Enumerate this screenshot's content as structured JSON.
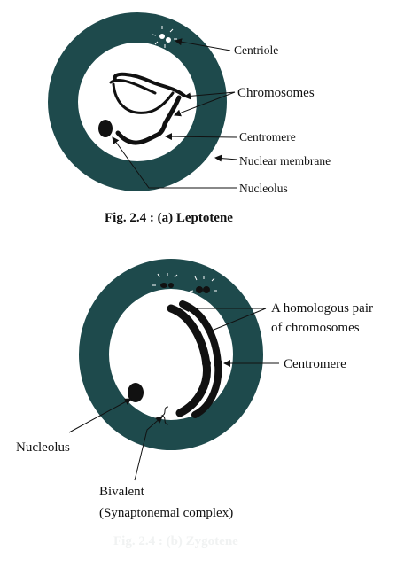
{
  "figure_a": {
    "labels": {
      "centriole": "Centriole",
      "chromosomes": "Chromosomes",
      "centromere": "Centromere",
      "nuclear_membrane": "Nuclear membrane",
      "nucleolus": "Nucleolus"
    },
    "caption": "Fig. 2.4 : (a)  Leptotene"
  },
  "figure_b": {
    "labels": {
      "homologous_pair_line1": "A homologous pair",
      "homologous_pair_line2": "of chromosomes",
      "centromere": "Centromere",
      "nucleolus": "Nucleolus",
      "bivalent_line1": "Bivalent",
      "bivalent_line2": "(Synaptonemal complex)"
    },
    "caption_faint": "Fig. 2.4 : (b) Zygotene"
  },
  "colors": {
    "membrane": "#1e4a4c",
    "ink": "#111111",
    "background": "#ffffff"
  }
}
